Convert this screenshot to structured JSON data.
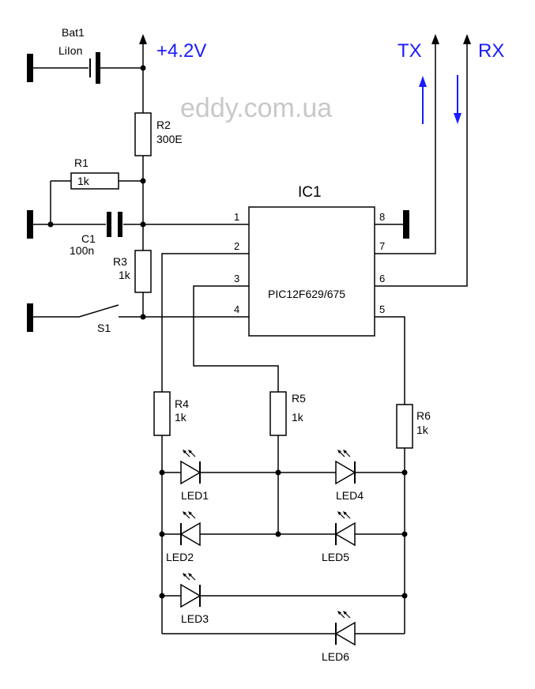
{
  "watermark": "eddy.com.ua",
  "supply": "+4.2V",
  "tx": "TX",
  "rx": "RX",
  "ic": {
    "ref": "IC1",
    "part": "PIC12F629/675",
    "pins": [
      "1",
      "2",
      "3",
      "4",
      "5",
      "6",
      "7",
      "8"
    ]
  },
  "bat": {
    "ref": "Bat1",
    "type": "LiIon"
  },
  "r1": {
    "ref": "R1",
    "value": "1k"
  },
  "r2": {
    "ref": "R2",
    "value": "300E"
  },
  "r3": {
    "ref": "R3",
    "value": "1k"
  },
  "r4": {
    "ref": "R4",
    "value": "1k"
  },
  "r5": {
    "ref": "R5",
    "value": "1k"
  },
  "r6": {
    "ref": "R6",
    "value": "1k"
  },
  "c1": {
    "ref": "C1",
    "value": "100n"
  },
  "s1": {
    "ref": "S1"
  },
  "leds": [
    "LED1",
    "LED2",
    "LED3",
    "LED4",
    "LED5",
    "LED6"
  ],
  "colors": {
    "wire": "#000000",
    "accent": "#1a1aff",
    "watermark": "#c8c8c8"
  }
}
